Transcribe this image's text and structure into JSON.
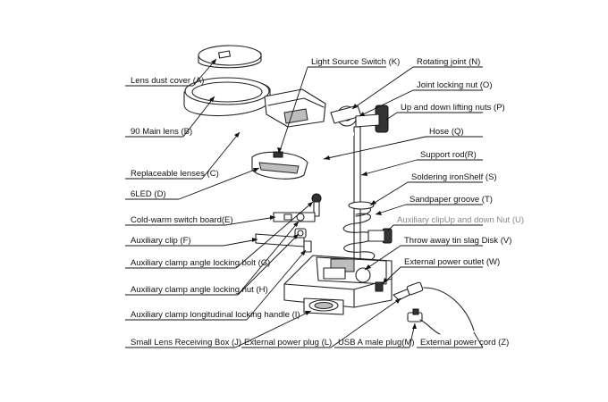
{
  "labels": {
    "A": "Lens dust cover (A)",
    "B": "90 Main lens (B)",
    "C": "Replaceable lenses (C)",
    "D": "6LED (D)",
    "E": "Cold-warm switch board(E)",
    "F": "Auxiliary clip (F)",
    "G": "Auxiliary clamp angle locking bolt (G)",
    "H": "Auxiliary clamp angle locking nut (H)",
    "I": "Auxiliary clamp longitudinal locking handle (I)",
    "J": "Small Lens Receiving Box (J)",
    "K": "Light Source Switch (K)",
    "L": "External power plug (L)",
    "M": "USB A male plug(M)",
    "N": "Rotating joint (N)",
    "O": "Joint locking nut (O)",
    "P": "Up and down lifting nuts (P)",
    "Q": "Hose (Q)",
    "R": "Support rod(R)",
    "S": "Soldering ironShelf (S)",
    "T": "Sandpaper groove (T)",
    "U": "Auxiliary clipUp and down Nut (U)",
    "V": "Throw away tin slag Disk (V)",
    "W": "External power outlet (W)",
    "Z": "External power cord (Z)"
  }
}
